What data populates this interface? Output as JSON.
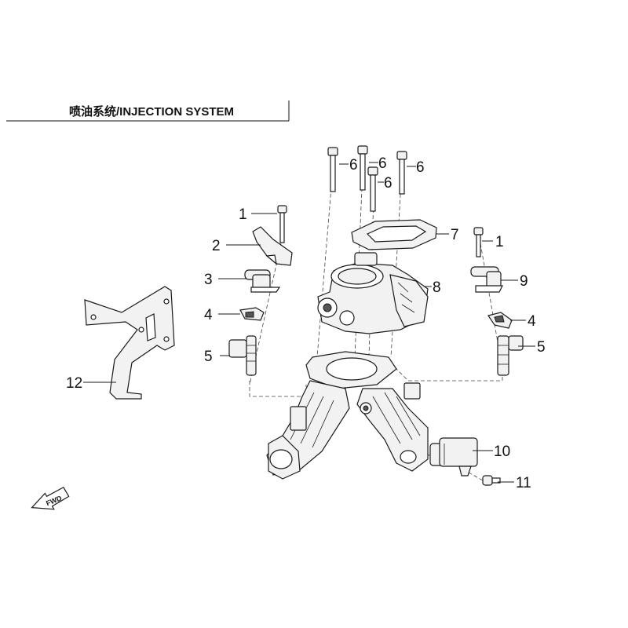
{
  "header": {
    "title": "喷油系统/INJECTION SYSTEM"
  },
  "orientation": {
    "fwd_label": "FWD"
  },
  "callouts": {
    "c1_left": "1",
    "c1_right": "1",
    "c2": "2",
    "c3": "3",
    "c4_left": "4",
    "c4_right": "4",
    "c5_left": "5",
    "c5_right": "5",
    "c6_a": "6",
    "c6_b": "6",
    "c6_c": "6",
    "c6_d": "6",
    "c7": "7",
    "c8": "8",
    "c9": "9",
    "c10": "10",
    "c11": "11",
    "c12": "12"
  }
}
